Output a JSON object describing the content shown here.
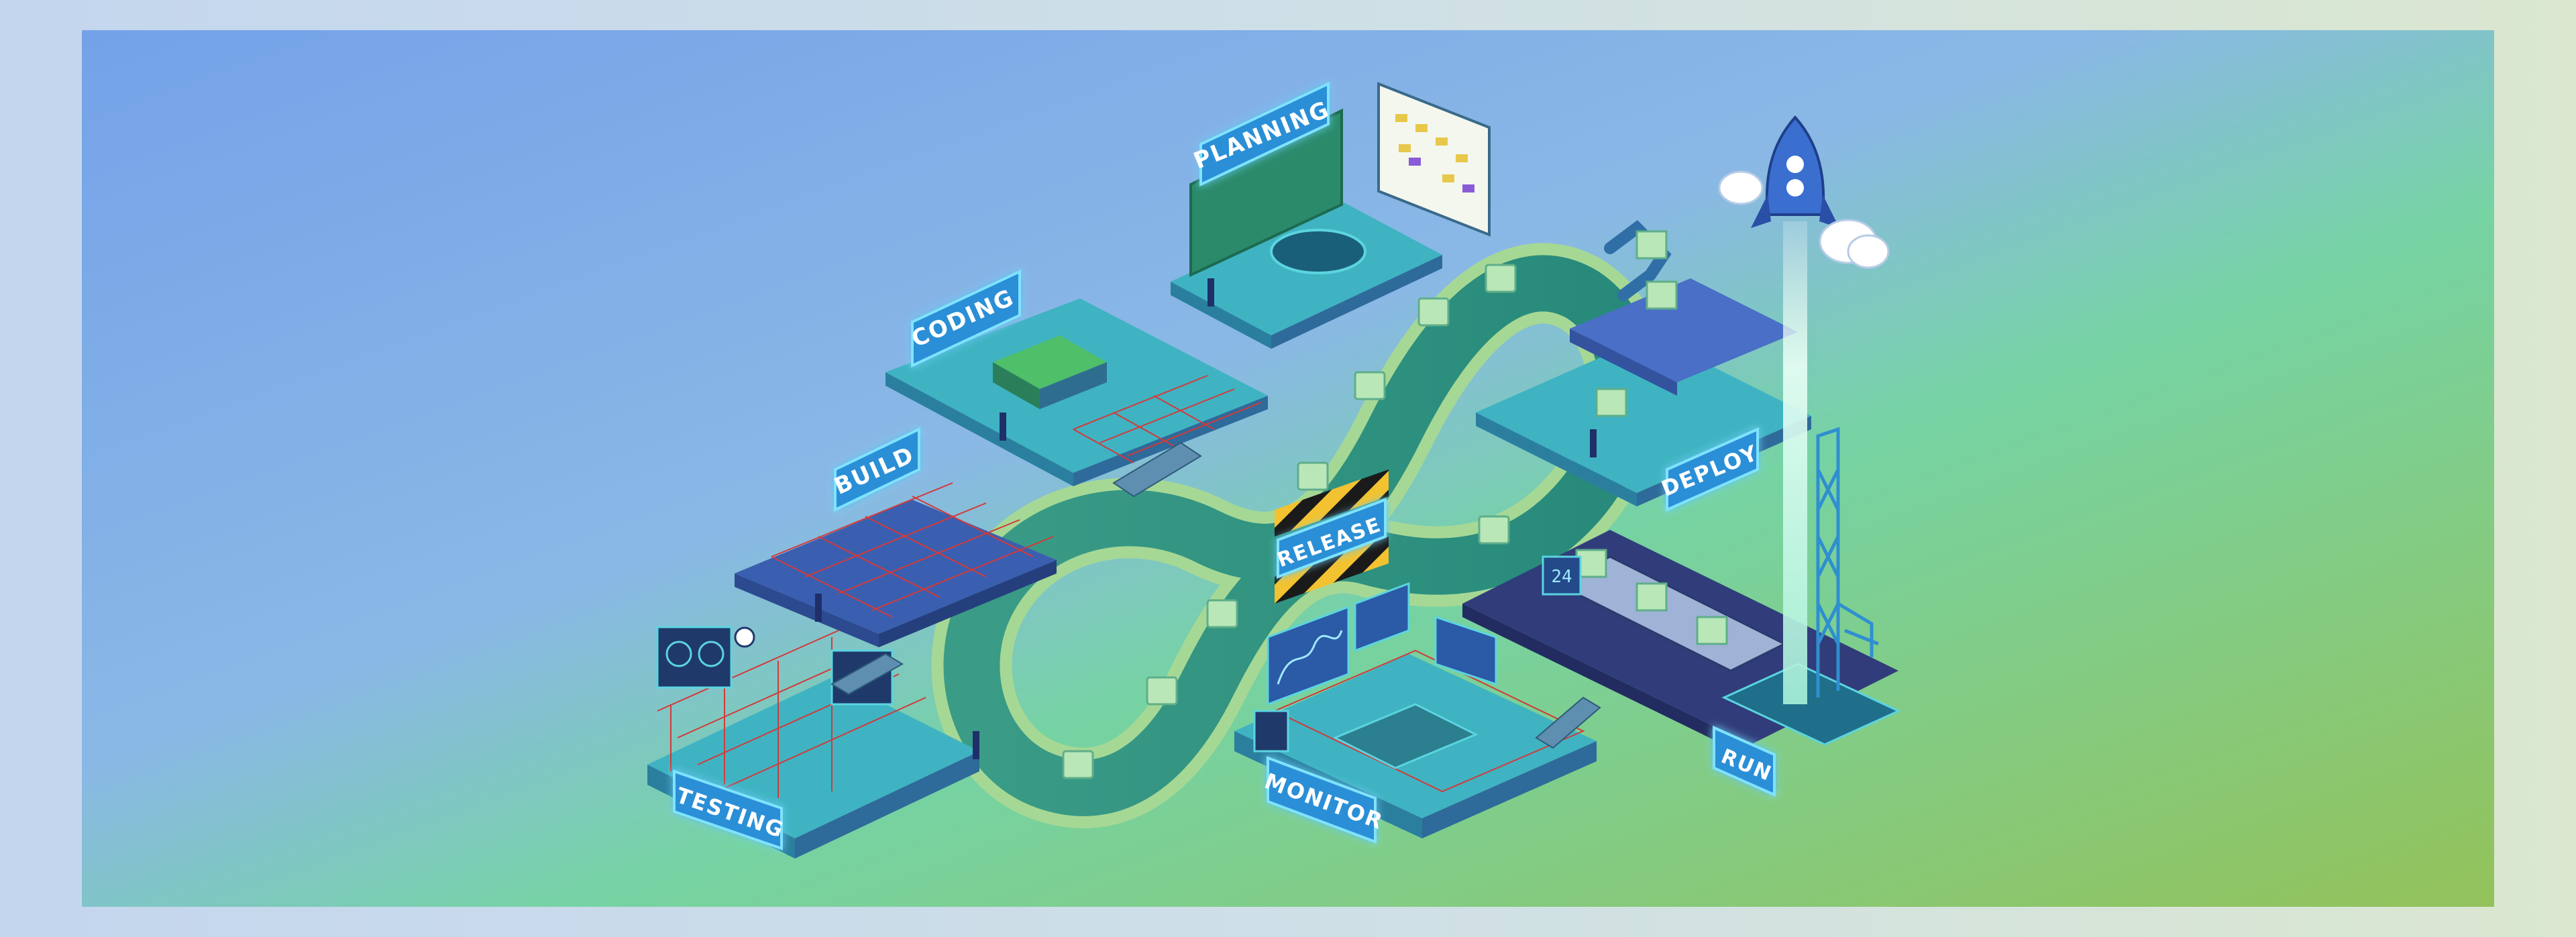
{
  "stages": {
    "planning": "PLANNING",
    "coding": "CODING",
    "build": "BUILD",
    "testing": "TESTING",
    "release": "RELEASE",
    "deploy": "DEPLOY",
    "monitor": "MONITOR",
    "run": "RUN"
  },
  "screens": {
    "deploy_counter": "24"
  },
  "colors": {
    "background_left": "#7aa6e6",
    "background_right": "#8cc65e",
    "loop": "#2f8f7e",
    "loop_edge": "#a6d895",
    "label_fill": "#2a8fd6",
    "label_glow": "#7fe3ff",
    "platform_top": "#3fb3c2",
    "platform_dark": "#314b8f",
    "grid_red": "#d23a3a",
    "hazard_yellow": "#f2c230"
  }
}
